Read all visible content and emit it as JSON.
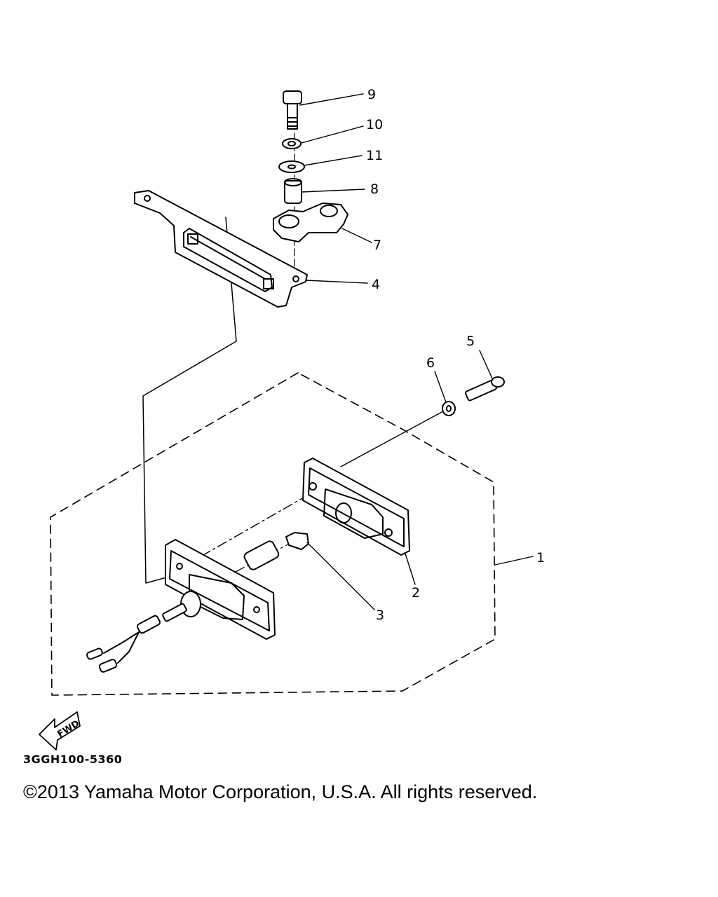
{
  "diagram": {
    "callouts": {
      "c1": "1",
      "c2": "2",
      "c3": "3",
      "c4": "4",
      "c5": "5",
      "c6": "6",
      "c7": "7",
      "c8": "8",
      "c9": "9",
      "c10": "10",
      "c11": "11"
    },
    "fwd_label": "FWD",
    "part_code": "3GGH100-5360"
  },
  "footer": {
    "copyright": "©2013 Yamaha Motor Corporation, U.S.A. All rights reserved."
  }
}
